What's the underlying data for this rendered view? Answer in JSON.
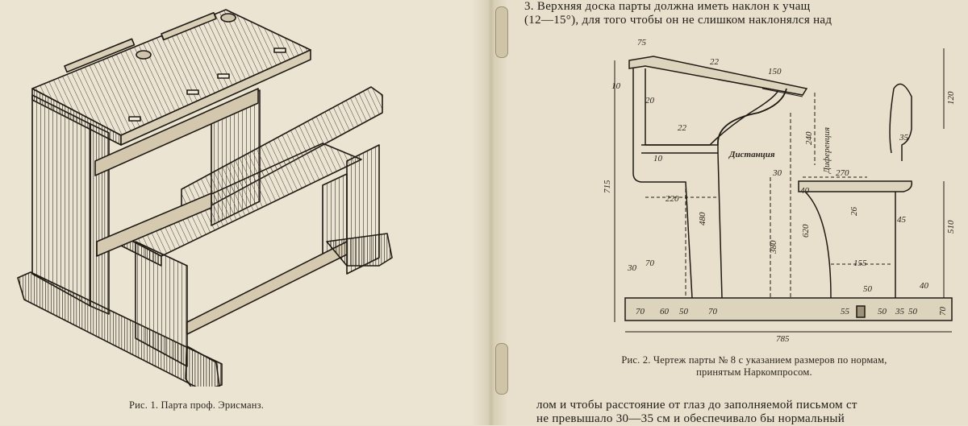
{
  "left_page": {
    "figure1_caption": "Рис. 1. Парта проф. Эрисманз."
  },
  "right_page": {
    "top_text_lines": [
      "3. Верхняя доска парты должна иметь наклон к учащ",
      "(12—15°), для того чтобы он не слишком наклонялся над"
    ],
    "figure2_caption_lines": [
      "Рис. 2. Чертеж парты № 8 с указанием размеров по нормам,",
      "принятым Наркомпросом."
    ],
    "bottom_text_lines": [
      "лом и чтобы расстояние от глаз до заполняемой письмом ст",
      "не превышало 30—35 см и обеспечивало бы нормальный"
    ]
  },
  "drawing_labels": {
    "d75": "75",
    "d22a": "22",
    "d150": "150",
    "d10a": "10",
    "d20": "20",
    "d22b": "22",
    "d10b": "10",
    "d240": "240",
    "diff": "Диференция",
    "dist": "Дистанция",
    "d30a": "30",
    "d270": "270",
    "d40a": "40",
    "d120": "120",
    "d35a": "35",
    "d715": "715",
    "d220": "220",
    "d480": "480",
    "d380": "380",
    "d620": "620",
    "d26": "26",
    "d45": "45",
    "d510": "510",
    "d155": "155",
    "d30b": "30",
    "d70a": "70",
    "d50a": "50",
    "d40b": "40",
    "b70a": "70",
    "b60": "60",
    "b50a": "50",
    "b70b": "70",
    "b55": "55",
    "b50b": "50",
    "b35": "35",
    "b50c": "50",
    "d70b": "70",
    "d785": "785"
  }
}
